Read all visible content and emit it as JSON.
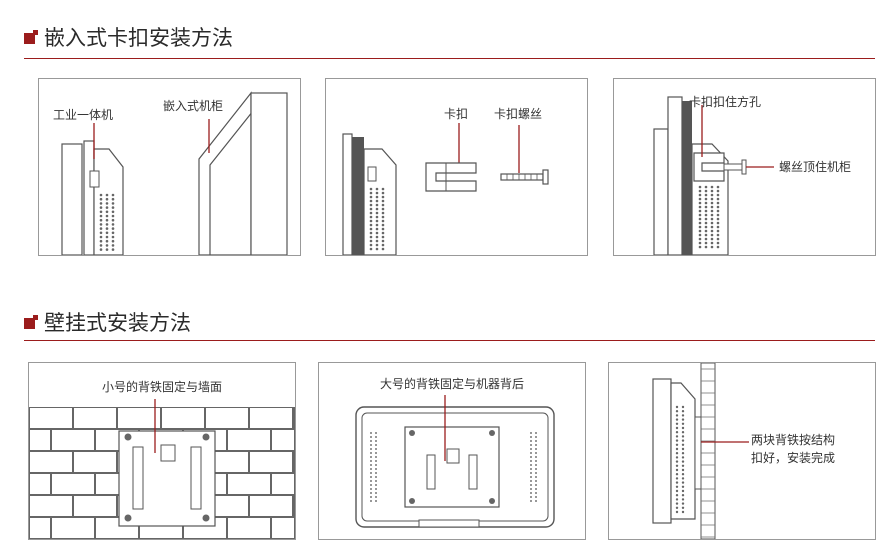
{
  "sections": [
    {
      "title": "嵌入式卡扣安装方法"
    },
    {
      "title": "壁挂式安装方法"
    }
  ],
  "panels": {
    "p1": {
      "label_a": "工业一体机",
      "label_b": "嵌入式机柜"
    },
    "p2": {
      "label_a": "卡扣",
      "label_b": "卡扣螺丝"
    },
    "p3": {
      "label_a": "卡扣扣住方孔",
      "label_b": "螺丝顶住机柜"
    },
    "p4": {
      "label_a": "小号的背铁固定与墙面"
    },
    "p5": {
      "label_a": "大号的背铁固定与机器背后"
    },
    "p6": {
      "label_line1": "两块背铁按结构",
      "label_line2": "扣好，安装完成"
    }
  },
  "colors": {
    "accent": "#9b1c1c",
    "line": "#555555",
    "panel_border": "#999999"
  }
}
